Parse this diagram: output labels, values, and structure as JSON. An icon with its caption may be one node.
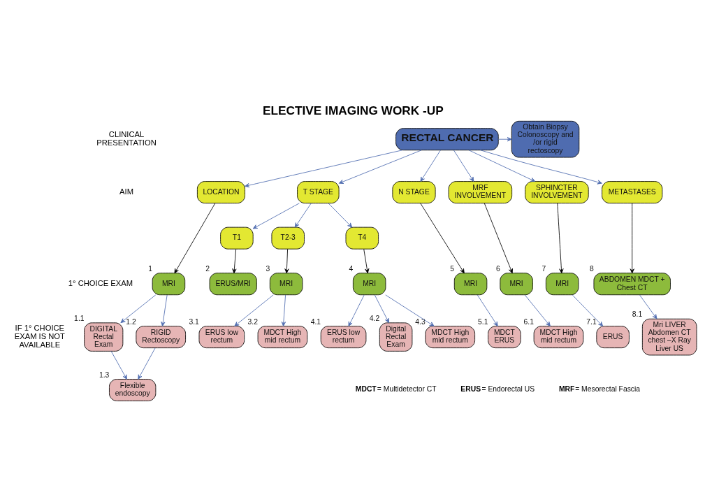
{
  "diagram": {
    "title": "ELECTIVE IMAGING WORK -UP",
    "nodes": [
      {
        "text": [
          "RECTAL CANCER"
        ]
      },
      {
        "text": [
          "Obtain Biopsy Colonoscopy and /or rigid rectoscopy"
        ]
      },
      {
        "text": [
          "LOCATION"
        ]
      },
      {
        "text": [
          "T STAGE"
        ]
      },
      {
        "text": [
          "T1"
        ]
      },
      {
        "text": [
          "T2-3"
        ]
      },
      {
        "text": [
          "T4"
        ]
      },
      {
        "text": [
          "N STAGE"
        ]
      },
      {
        "text": [
          "MRF INVOLVEMENT"
        ]
      },
      {
        "text": [
          "SPHINCTER INVOLVEMENT"
        ]
      },
      {
        "text": [
          "METASTASES"
        ]
      },
      {
        "text": [
          "MRI"
        ],
        "beside": [
          "1"
        ]
      },
      {
        "text": [
          "ERUS/MRI"
        ],
        "beside": [
          "2"
        ]
      },
      {
        "text": [
          "MRI"
        ],
        "beside": [
          "3"
        ]
      },
      {
        "text": [
          "MRI"
        ],
        "beside": [
          "4"
        ]
      },
      {
        "text": [
          "MRI"
        ],
        "beside": [
          "5"
        ]
      },
      {
        "text": [
          "MRI"
        ],
        "beside": [
          "6"
        ]
      },
      {
        "text": [
          "MRI"
        ],
        "beside": [
          "7"
        ]
      },
      {
        "text": [
          "ABDOMEN MDCT + Chest CT"
        ],
        "beside": [
          "8"
        ]
      },
      {
        "text": [
          "DIGITAL Rectal Exam"
        ],
        "beside": [
          "1.1"
        ]
      },
      {
        "text": [
          "RIGID Rectoscopy"
        ],
        "beside": [
          "1.2"
        ]
      },
      {
        "text": [
          "Flexible endoscopy"
        ],
        "beside": [
          "1.3"
        ]
      },
      {
        "text": [
          "ERUS low rectum"
        ],
        "beside": [
          "3.1"
        ]
      },
      {
        "text": [
          "MDCT High mid rectum"
        ],
        "beside": [
          "3.2"
        ]
      },
      {
        "text": [
          "ERUS low rectum"
        ],
        "beside": [
          "4.1"
        ]
      },
      {
        "text": [
          "Digital Rectal Exam"
        ],
        "beside": [
          "4.2"
        ]
      },
      {
        "text": [
          "MDCT High mid rectum"
        ],
        "beside": [
          "4.3"
        ]
      },
      {
        "text": [
          "MDCT ERUS"
        ],
        "beside": [
          "5.1"
        ]
      },
      {
        "text": [
          "MDCT High mid rectum"
        ],
        "beside": [
          "6.1"
        ]
      },
      {
        "text": [
          "ERUS"
        ],
        "beside": [
          "7.1"
        ]
      },
      {
        "text": [
          "Mri LIVER Abdomen CT chest –X Ray Liver US"
        ],
        "beside": [
          "8.1"
        ]
      }
    ],
    "edges": [
      {
        "from": 0,
        "to": 1,
        "arrow": "to"
      },
      {
        "from": 0,
        "to": 2,
        "arrow": "to"
      },
      {
        "from": 0,
        "to": 3,
        "arrow": "to"
      },
      {
        "from": 0,
        "to": 7,
        "arrow": "to"
      },
      {
        "from": 0,
        "to": 8,
        "arrow": "to"
      },
      {
        "from": 0,
        "to": 9,
        "arrow": "to"
      },
      {
        "from": 0,
        "to": 10,
        "arrow": "to"
      },
      {
        "from": 3,
        "to": 4,
        "arrow": "to"
      },
      {
        "from": 3,
        "to": 5,
        "arrow": "to"
      },
      {
        "from": 3,
        "to": 6,
        "arrow": "to"
      },
      {
        "from": 2,
        "to": 11,
        "arrow": "to",
        "color": "#000000"
      },
      {
        "from": 4,
        "to": 12,
        "arrow": "to",
        "color": "#000000"
      },
      {
        "from": 5,
        "to": 13,
        "arrow": "to",
        "color": "#000000"
      },
      {
        "from": 6,
        "to": 14,
        "arrow": "to",
        "color": "#000000"
      },
      {
        "from": 7,
        "to": 15,
        "arrow": "to",
        "color": "#000000"
      },
      {
        "from": 8,
        "to": 16,
        "arrow": "to",
        "color": "#000000"
      },
      {
        "from": 9,
        "to": 17,
        "arrow": "to",
        "color": "#000000"
      },
      {
        "from": 10,
        "to": 18,
        "arrow": "to",
        "color": "#000000"
      },
      {
        "from": 11,
        "to": 19,
        "arrow": "to"
      },
      {
        "from": 11,
        "to": 20,
        "arrow": "to"
      },
      {
        "from": 19,
        "to": 21,
        "arrow": "to"
      },
      {
        "from": 20,
        "to": 21,
        "arrow": "to"
      },
      {
        "from": 13,
        "to": 22,
        "arrow": "to"
      },
      {
        "from": 13,
        "to": 23,
        "arrow": "to"
      },
      {
        "from": 14,
        "to": 24,
        "arrow": "to"
      },
      {
        "from": 14,
        "to": 25,
        "arrow": "to"
      },
      {
        "from": 14,
        "to": 26,
        "arrow": "to"
      },
      {
        "from": 15,
        "to": 27,
        "arrow": "to"
      },
      {
        "from": 16,
        "to": 28,
        "arrow": "to"
      },
      {
        "from": 17,
        "to": 29,
        "arrow": "to"
      },
      {
        "from": 18,
        "to": 30,
        "arrow": "to"
      }
    ],
    "labels": [
      "CLINICAL PRESENTATION",
      "AIM",
      "1° CHOICE EXAM",
      "IF 1° CHOICE EXAM IS NOT AVAILABLE",
      "**MDCT**= Multidetector CT",
      "**ERUS**= Endorectal US",
      "**MRF**= Mesorectal Fascia"
    ]
  }
}
